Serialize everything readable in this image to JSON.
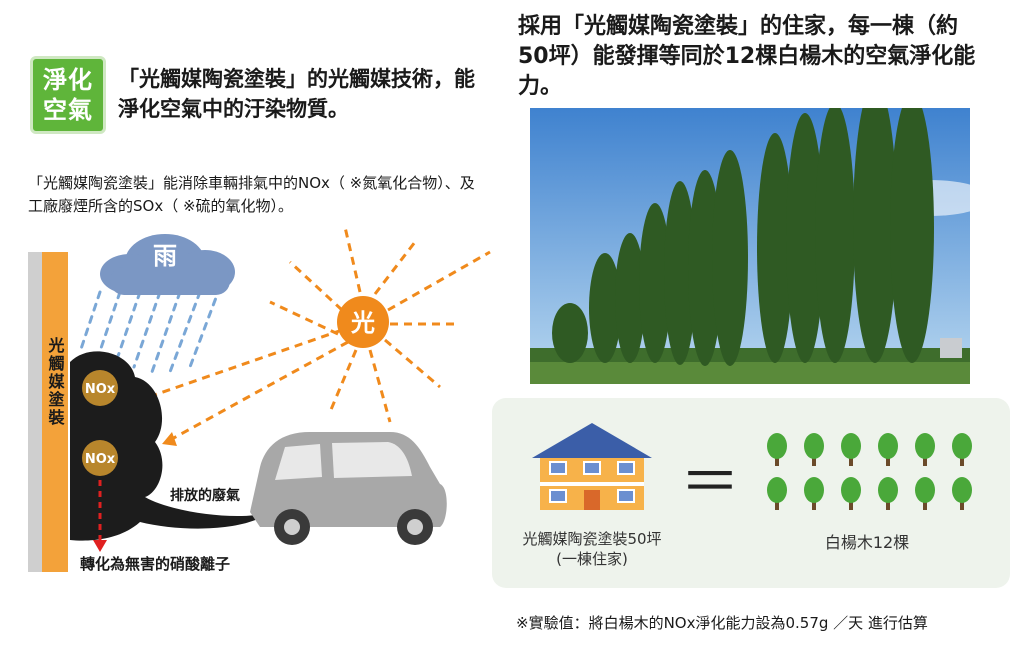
{
  "badge": {
    "line1": "淨化",
    "line2": "空氣"
  },
  "headline": "「光觸媒陶瓷塗裝」的光觸媒技術，能淨化空氣中的汙染物質。",
  "description": "「光觸媒陶瓷塗裝」能消除車輛排氣中的NOx（ ※氮氧化合物）、及工廠廢煙所含的SOx（ ※硫的氧化物）。",
  "diagram": {
    "rain_label": "雨",
    "light_label": "光",
    "wall_label": "光觸媒塗裝",
    "nox_label_1": "NOx",
    "nox_label_2": "NOx",
    "exhaust_label": "排放的廢氣",
    "result_label": "轉化為無害的硝酸離子"
  },
  "right_title": "採用「光觸媒陶瓷塗裝」的住家，每一棟（約50坪）能發揮等同於12棵白楊木的空氣淨化能力。",
  "equivalence": {
    "house_caption_line1": "光觸媒陶瓷塗裝50坪",
    "house_caption_line2": "(一棟住家)",
    "equals_symbol": "＝",
    "tree_caption": "白楊木12棵",
    "tree_count": 12
  },
  "footnote": "※實驗值：將白楊木的NOx淨化能力設為0.57g ／天 進行估算",
  "colors": {
    "badge_green": "#5fb53a",
    "sun_orange": "#f08a1c",
    "wall_orange": "#f3a23a",
    "cloud_blue": "#6f90bf",
    "tree_green": "#4aa83a",
    "sky_blue": "#5b9ad8"
  }
}
